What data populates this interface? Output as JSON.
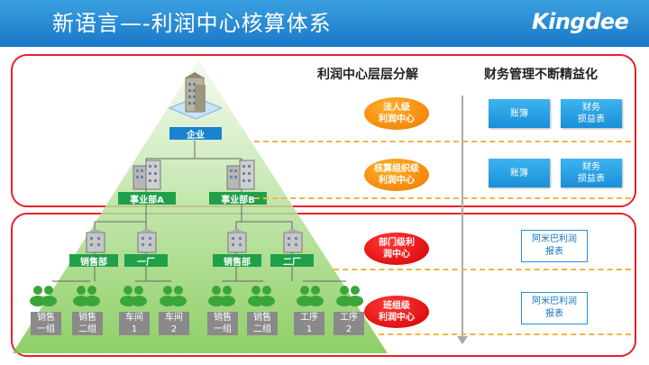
{
  "header": {
    "title": "新语言—-利润中心核算体系",
    "logo": "Kingdee"
  },
  "columns": {
    "left": "利润中心层层分解",
    "right": "财务管理不断精益化"
  },
  "ovals": [
    {
      "text": "法人级\n利润中心",
      "color": "orange"
    },
    {
      "text": "核算组织级\n利润中心",
      "color": "orange"
    },
    {
      "text": "部门级利\n润中心",
      "color": "red"
    },
    {
      "text": "班组级\n利润中心",
      "color": "red"
    }
  ],
  "reports": [
    {
      "a": "账簿",
      "b": "财务\n损益表"
    },
    {
      "a": "账簿",
      "b": "财务\n损益表"
    },
    {
      "c": "阿米巴利润\n报表"
    },
    {
      "c": "阿米巴利润\n报表"
    }
  ],
  "tree": {
    "root": "企业",
    "divisions": [
      "事业部A",
      "事业部B"
    ],
    "departments": [
      "销售部",
      "一厂",
      "销售部",
      "二厂"
    ],
    "teams": [
      "销售\n一组",
      "销售\n二组",
      "车间\n1",
      "车间\n2",
      "销售\n一组",
      "销售\n二组",
      "工序\n1",
      "工序\n2"
    ]
  },
  "colors": {
    "header": "#1a78c8",
    "band": "#e8202a",
    "orange": "#f07800",
    "red": "#d40000",
    "blue": "#1a8fd8",
    "green": "#21a04a"
  },
  "icons": {
    "building": "building-icon",
    "people": "people-icon"
  }
}
